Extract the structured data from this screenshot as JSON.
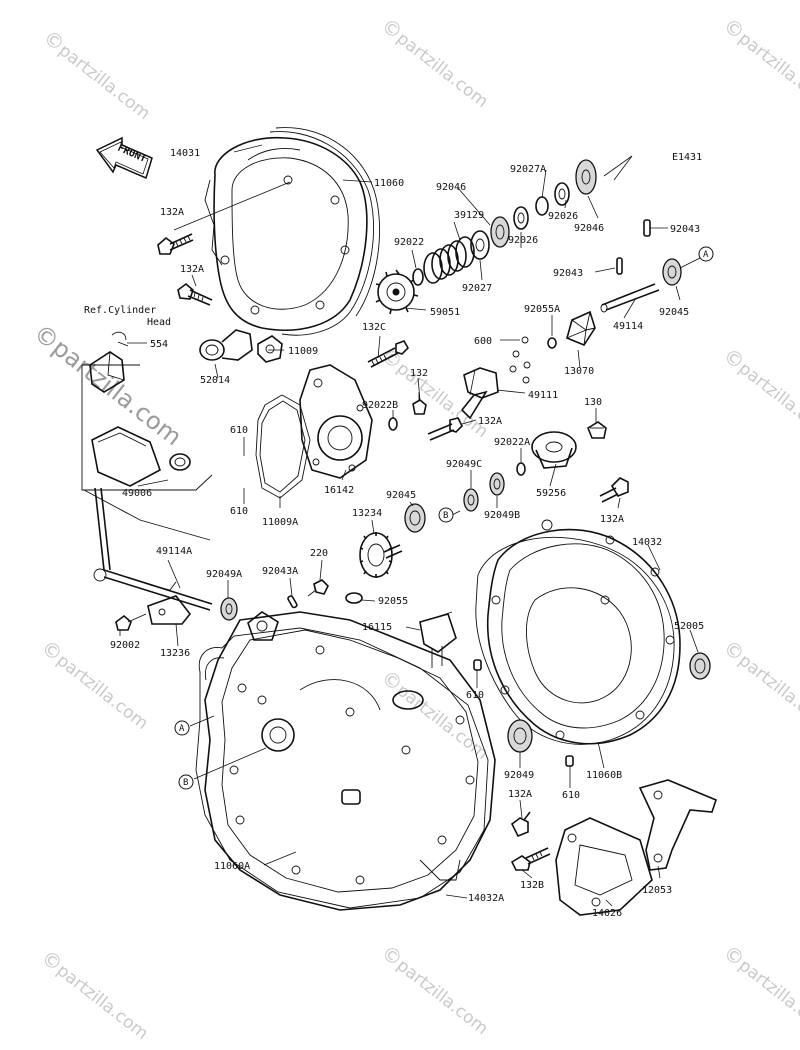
{
  "diagram": {
    "code": "E1431",
    "front_label": "FRONT",
    "ref_note": [
      "Ref.Cylinder",
      "Head"
    ],
    "watermark": "partzilla.com",
    "watermark_large": "partzilla.com",
    "callouts": [
      {
        "id": "14031"
      },
      {
        "id": "11060"
      },
      {
        "id": "132A"
      },
      {
        "id": "132A"
      },
      {
        "id": "92046"
      },
      {
        "id": "92027A"
      },
      {
        "id": "39129"
      },
      {
        "id": "92022"
      },
      {
        "id": "92027"
      },
      {
        "id": "92026"
      },
      {
        "id": "92026"
      },
      {
        "id": "92046"
      },
      {
        "id": "92043"
      },
      {
        "id": "92043"
      },
      {
        "id": "92045"
      },
      {
        "id": "49114"
      },
      {
        "id": "59051"
      },
      {
        "id": "132C"
      },
      {
        "id": "11009"
      },
      {
        "id": "52014"
      },
      {
        "id": "554"
      },
      {
        "id": "92055A"
      },
      {
        "id": "600"
      },
      {
        "id": "13070"
      },
      {
        "id": "49111"
      },
      {
        "id": "132"
      },
      {
        "id": "92022B"
      },
      {
        "id": "130"
      },
      {
        "id": "132A"
      },
      {
        "id": "610"
      },
      {
        "id": "610"
      },
      {
        "id": "16142"
      },
      {
        "id": "11009A"
      },
      {
        "id": "49006"
      },
      {
        "id": "92022A"
      },
      {
        "id": "92049C"
      },
      {
        "id": "59256"
      },
      {
        "id": "92045"
      },
      {
        "id": "92049B"
      },
      {
        "id": "13234"
      },
      {
        "id": "132A"
      },
      {
        "id": "14032"
      },
      {
        "id": "49114A"
      },
      {
        "id": "220"
      },
      {
        "id": "92049A"
      },
      {
        "id": "92043A"
      },
      {
        "id": "92055"
      },
      {
        "id": "16115"
      },
      {
        "id": "92002"
      },
      {
        "id": "13236"
      },
      {
        "id": "52005"
      },
      {
        "id": "610"
      },
      {
        "id": "92049"
      },
      {
        "id": "11060B"
      },
      {
        "id": "610"
      },
      {
        "id": "132A"
      },
      {
        "id": "11060A"
      },
      {
        "id": "132B"
      },
      {
        "id": "12053"
      },
      {
        "id": "14032A"
      },
      {
        "id": "14026"
      }
    ],
    "reference_markers": [
      "A",
      "B",
      "A",
      "B"
    ]
  }
}
